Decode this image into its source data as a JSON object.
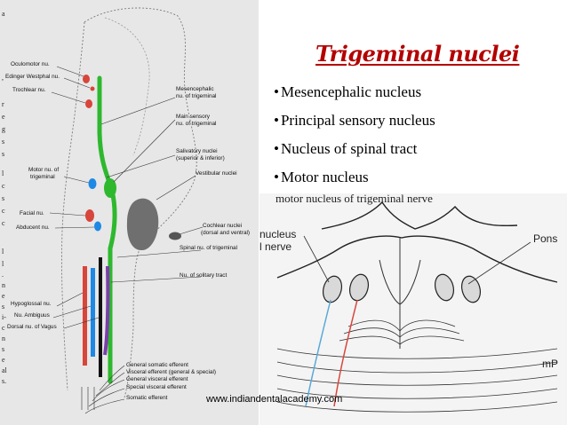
{
  "slide": {
    "title": "Trigeminal nuclei",
    "bullet_marker": "•",
    "bullets": [
      "Mesencephalic nucleus",
      "Principal sensory nucleus",
      "Nucleus of spinal tract",
      "Motor nucleus"
    ],
    "watermark": "www.indiandentalacademy.com"
  },
  "left_diagram": {
    "margin_letters": [
      "a",
      ",",
      "r",
      "e",
      "g",
      "s",
      "s",
      "l",
      "c",
      "s",
      "c",
      "c",
      "l",
      "l",
      ".",
      "n",
      "e",
      "s",
      "i-",
      "c",
      "n",
      "s",
      "e",
      "al",
      "s."
    ],
    "labels": {
      "oculomotor": "Oculomotor nu.",
      "edinger_westphal": "Edinger Westphal nu.",
      "trochlear": "Trochlear nu.",
      "motor_trigeminal_1": "Motor nu. of",
      "motor_trigeminal_2": "trigeminal",
      "facial": "Facial nu.",
      "abducent": "Abducent nu.",
      "hypoglossal": "Hypoglossal nu.",
      "ambiguus": "Nu. Ambiguus",
      "dorsal_vagus": "Dorsal nu. of Vagus",
      "mesencephalic_1": "Mesencephalic",
      "mesencephalic_2": "nu. of trigeminal",
      "main_sensory_1": "Main sensory",
      "main_sensory_2": "nu. of trigeminal",
      "salivatory_1": "Salivatory nuclei",
      "salivatory_2": "(superior & inferior)",
      "vestibular": "Vestibular nuclei",
      "cochlear_1": "Cochlear nuclei",
      "cochlear_2": "(dorsal and ventral)",
      "spinal_trigeminal": "Spinal nu. of trigeminal",
      "solitary_tract": "Nu. of solitary tract",
      "general_somatic_efferent": "General somatic efferent",
      "visceral_efferent": "Visceral efferent (general & special)",
      "general_visceral_efferent": "General visceral efferent",
      "special_visceral_efferent": "Special visceral efferent",
      "somatic_efferent": "Somatic efferent"
    }
  },
  "right_diagram": {
    "top_text": "motor nucleus of trigeminal nerve",
    "nucleus_label_1": "nucleus",
    "nucleus_label_2": "l nerve",
    "pons_label": "Pons",
    "signature": "mP"
  },
  "colors": {
    "title": "#b30000",
    "sensory_column": "#2eb82e",
    "motor_blue": "#1e88e5",
    "motor_red": "#d8453a",
    "visceral_purple": "#7b3fa8",
    "spinal_black": "#111111",
    "vestibular_grey": "#6f6f6f"
  }
}
